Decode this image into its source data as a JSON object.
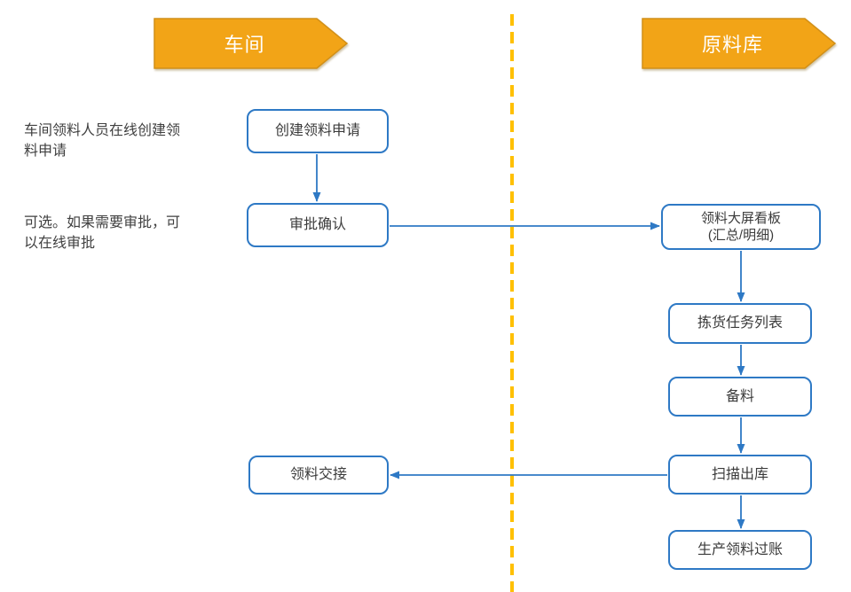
{
  "lanes": {
    "left": "车间",
    "right": "原料库"
  },
  "annotations": {
    "create_note": "车间领料人员在线创建领料申请",
    "approve_note": "可选。如果需要审批，可以在线审批"
  },
  "nodes": {
    "create": "创建领料申请",
    "approve": "审批确认",
    "dashboard": "领料大屏看板\n(汇总/明细)",
    "picking": "拣货任务列表",
    "prepare": "备料",
    "scan": "扫描出库",
    "handover": "领料交接",
    "posting": "生产领料过账"
  },
  "colors": {
    "banner_fill": "#F2A417",
    "banner_stroke": "#D29018",
    "divider": "#FFC000",
    "node_border": "#2E79C5",
    "arrow": "#2E79C5",
    "node_text": "#3B3B3B",
    "banner_text": "#FFFFFF"
  }
}
